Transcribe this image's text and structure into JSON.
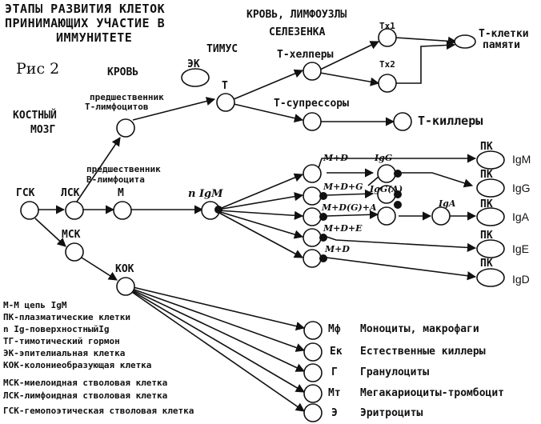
{
  "title": {
    "line1": "ЭТАПЫ РАЗВИТИЯ КЛЕТОК",
    "line2": "ПРИНИМАЮЩИХ УЧАСТИЕ В",
    "line3": "ИММУНИТЕТЕ"
  },
  "figure_label": "Рис 2",
  "regions": {
    "blood_lymph_spleen_1": "КРОВЬ, ЛИМФОУЗЛЫ",
    "blood_lymph_spleen_2": "СЕЛЕЗЕНКА",
    "thymus": "ТИМУС",
    "blood": "КРОВЬ",
    "bone_marrow_1": "КОСТНЫЙ",
    "bone_marrow_2": "МОЗГ"
  },
  "nodes": {
    "gsk": "ГСК",
    "lsk": "ЛСК",
    "msk": "МСК",
    "m": "М",
    "kok": "КОК",
    "ek": "ЭК",
    "t": "Т",
    "th1": "Тх1",
    "th2": "Тх2",
    "n_igm": "n IgM"
  },
  "labels": {
    "t_precursor_1": "предшественник",
    "t_precursor_2": "Т-лимфоцитов",
    "b_precursor_1": "предшественник",
    "b_precursor_2": "В-лимфоцита",
    "t_helpers": "Т-хелперы",
    "t_suppressors": "Т-супрессоры",
    "t_killers": "Т-киллеры",
    "t_memory_1": "Т-клетки",
    "t_memory_2": "памяти"
  },
  "b_branches": [
    {
      "chain": "M+D",
      "isotype": "IgM"
    },
    {
      "chain": "M+D+G",
      "isotype": "IgG"
    },
    {
      "chain": "M+D(G)+A",
      "isotype": "IgA"
    },
    {
      "chain": "M+D+E",
      "isotype": "IgE"
    },
    {
      "chain": "M+D",
      "isotype": "IgD"
    }
  ],
  "intermediate": {
    "igg": "IgG",
    "igg_a": "IgG(A)",
    "iga": "IgA"
  },
  "plasma_label": "ПК",
  "myeloid_outputs": [
    {
      "abbr": "Мф",
      "name": "Моноциты, макрофаги"
    },
    {
      "abbr": "Ек",
      "name": "Естественные киллеры"
    },
    {
      "abbr": "Г",
      "name": "Гранулоциты"
    },
    {
      "abbr": "Мт",
      "name": "Мегакариоциты-тромбоцит"
    },
    {
      "abbr": "Э",
      "name": "Эритроциты"
    }
  ],
  "legend": [
    "М-М цепь IgM",
    "ПК-плазматические клетки",
    "n Ig-поверхностныйIg",
    "ТГ-тимотический гормон",
    "ЭК-эпителиальная клетка",
    "КОК-колониеобразующая клетка",
    "МСК-миелоидная стволовая клетка",
    "ЛСК-лимфоидная стволовая клетка",
    "ГСК-гемопоэтическая стволовая клетка"
  ]
}
